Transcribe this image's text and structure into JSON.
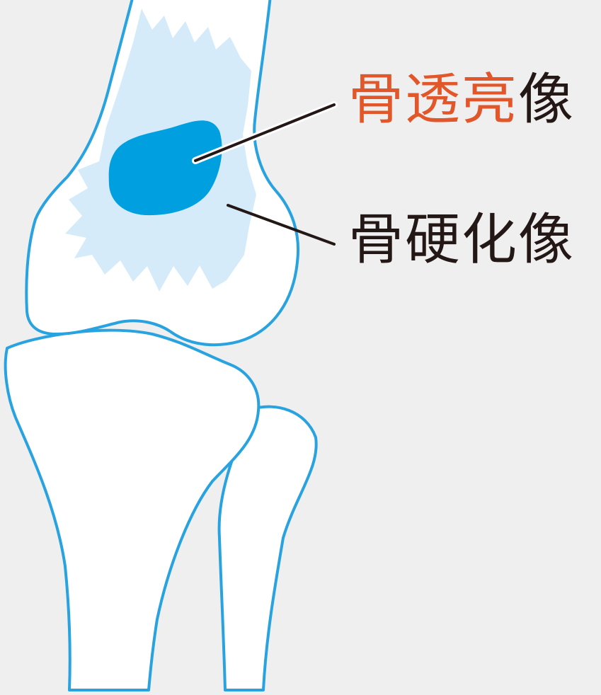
{
  "labels": {
    "osteolytic": {
      "accent_text": "骨透亮",
      "plain_text": "像"
    },
    "sclerotic": {
      "text": "骨硬化像"
    }
  },
  "colors": {
    "background": "#efefef",
    "bone_outline": "#29a3e0",
    "bone_fill": "#ffffff",
    "sclerotic_zone": "#d5ebfa",
    "lucent_lesion": "#00a0e0",
    "accent_text": "#e2572a",
    "text": "#231815",
    "leader_line": "#231815"
  }
}
